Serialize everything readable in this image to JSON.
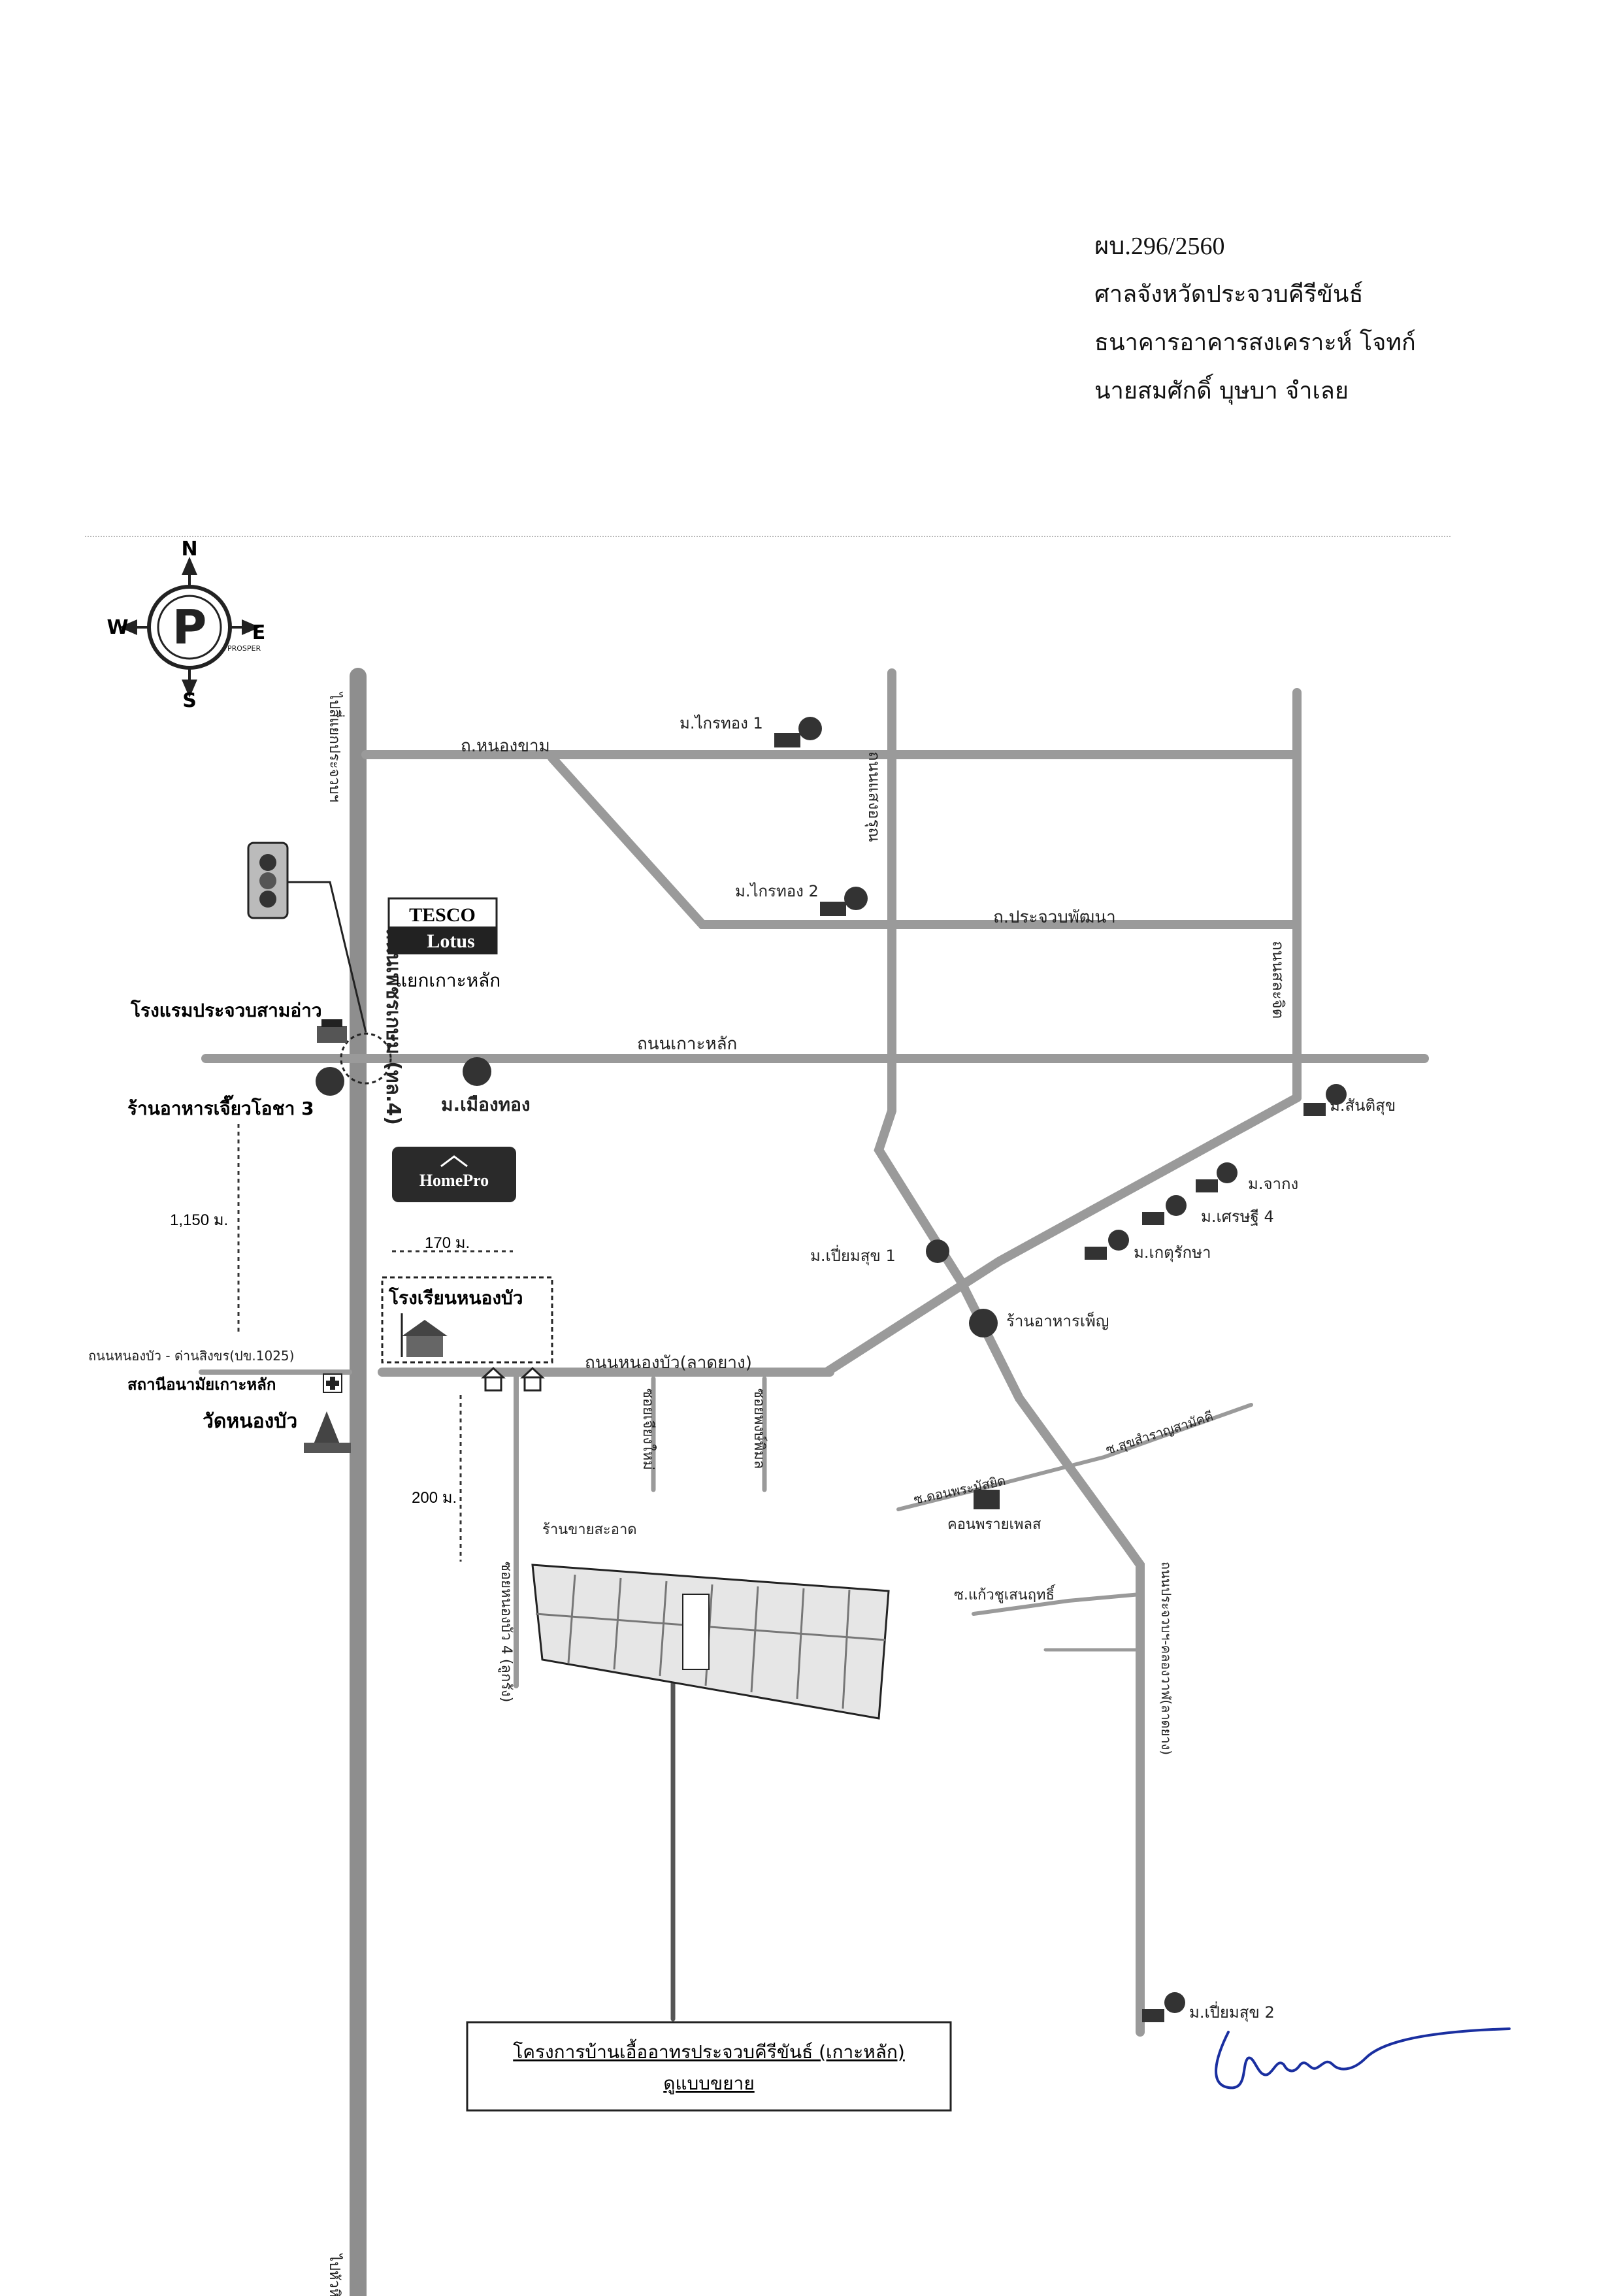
{
  "header": {
    "case_no": "ผบ.296/2560",
    "court": "ศาลจังหวัดประจวบคีรีขันธ์",
    "plaintiff": "ธนาคารอาคารสงเคราะห์   โจทก์",
    "defendant": "นายสมศักดิ์ บุษบา   จำเลย"
  },
  "compass": {
    "n": "N",
    "s": "S",
    "e": "E",
    "w": "W",
    "logo_text": "PROSPER"
  },
  "roads": {
    "main_highway": "ถนนเพชรเกษม (ทล.4)",
    "to_prachuap": "ไปสี่แยกประจวบฯ",
    "to_huahin": "ไปหัวหินชะแก",
    "nong_kham": "ถ.หนองขาม",
    "prachuap_phatthana": "ถ.ประจวบพัฒนา",
    "ko_lak": "ถนนเกาะหลัก",
    "nong_bua": "ถนนหนองบัว(ลาดยาง)",
    "nong_bua_dan_sing": "ถนนหนองบัว - ด่านสิงขร(ปข.1025)",
    "saeng_arun": "ถนนแสงอรุณ",
    "saeng_charoen": "ถนนสละจิต",
    "klong_wan": "ถนนประจวบฯ-คลองวาฬ(ลาดยาง)",
    "soi_nong_bua_4": "ซอยหนองบัว 4 (ลูกรัง)",
    "soi_a": "ซอยเจียงใหม่",
    "soi_b": "ซอยพงษ์พิมล",
    "soi_ruen_ruedee": "ซ.ดอนพระมัสยิด",
    "soi_suk_sam_ran": "ซ.สุขสำราญสามัคคี",
    "soi_kaew_sethasit": "ซ.แก้วชูเสนฤทธิ์"
  },
  "landmarks": {
    "tesco_1": "TESCO",
    "tesco_2": "Lotus",
    "homepro": "HomePro",
    "intersection": "แยกเกาะหลัก",
    "hotel": "โรงแรมประจวบสามอ่าว",
    "restaurant_1": "ร้านอาหารเจี๊ยวโอชา 3",
    "school": "โรงเรียนหนองบัว",
    "health_station": "สถานีอนามัยเกาะหลัก",
    "temple": "วัดหนองบัว",
    "restaurant_2": "ร้านอาหารเพ็ญ",
    "shop": "ร้านขายสะอาด",
    "condo": "คอนพรายเพลส",
    "village_kraithong_1": "ม.ไกรทอง 1",
    "village_kraithong_2": "ม.ไกรทอง 2",
    "village_muang_thong": "ม.เมืองทอง",
    "village_santisuk": "ม.สันติสุข",
    "village_chakong": "ม.จากง",
    "village_setthi_4": "ม.เศรษฐี 4",
    "village_ket_rak": "ม.เกตุรักษา",
    "village_piamsuk_1": "ม.เปี่ยมสุข 1",
    "village_piamsuk_2": "ม.เปี่ยมสุข 2"
  },
  "distances": {
    "d1": "1,150 ม.",
    "d2": "170 ม.",
    "d3": "200 ม."
  },
  "project": {
    "line1": "โครงการบ้านเอื้ออาทรประจวบคีรีขันธ์ (เกาะหลัก)",
    "line2": "ดูแบบขยาย"
  }
}
